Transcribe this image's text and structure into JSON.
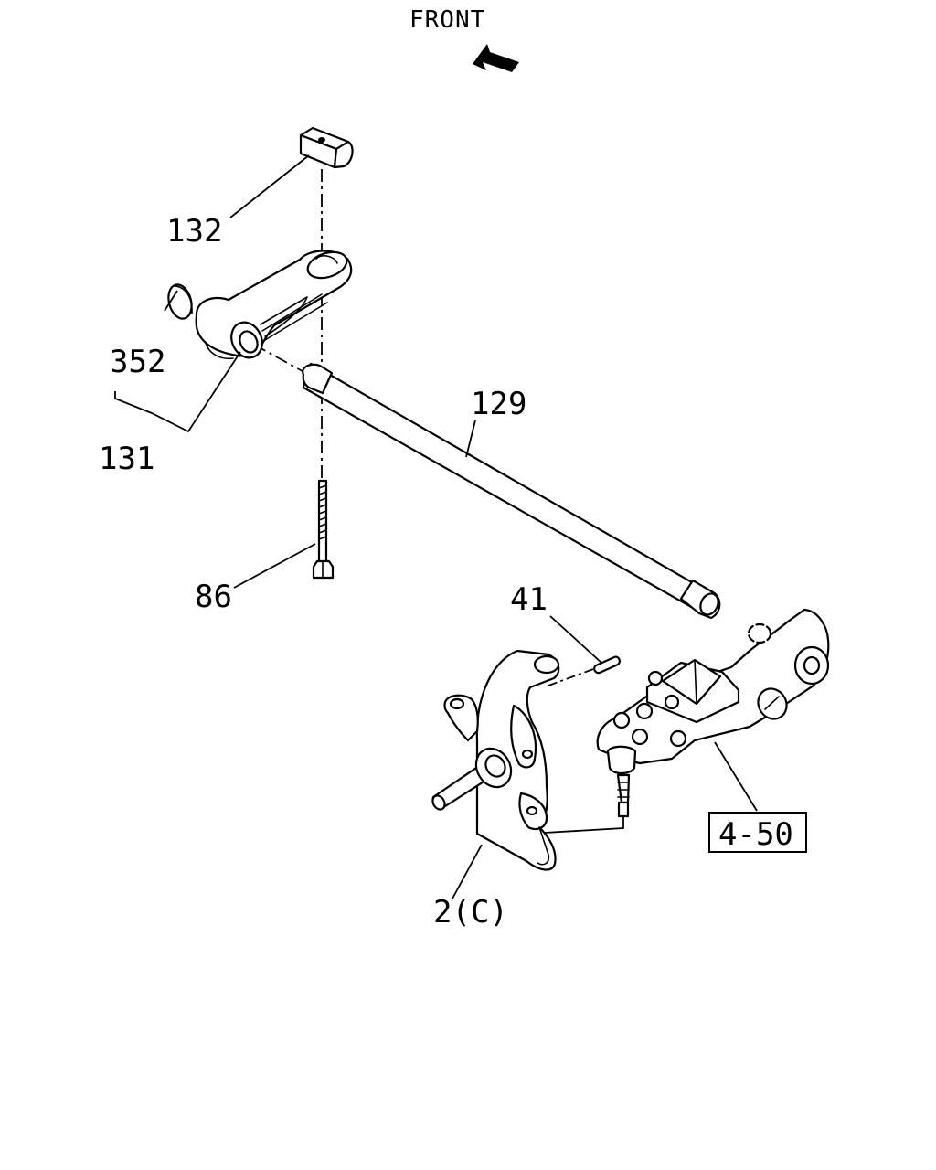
{
  "orientation": {
    "label": "FRONT"
  },
  "callouts": {
    "c132": "132",
    "c352": "352",
    "c131": "131",
    "c129": "129",
    "c86": "86",
    "c41": "41",
    "c2c": "2(C)",
    "c450": "4-50"
  }
}
